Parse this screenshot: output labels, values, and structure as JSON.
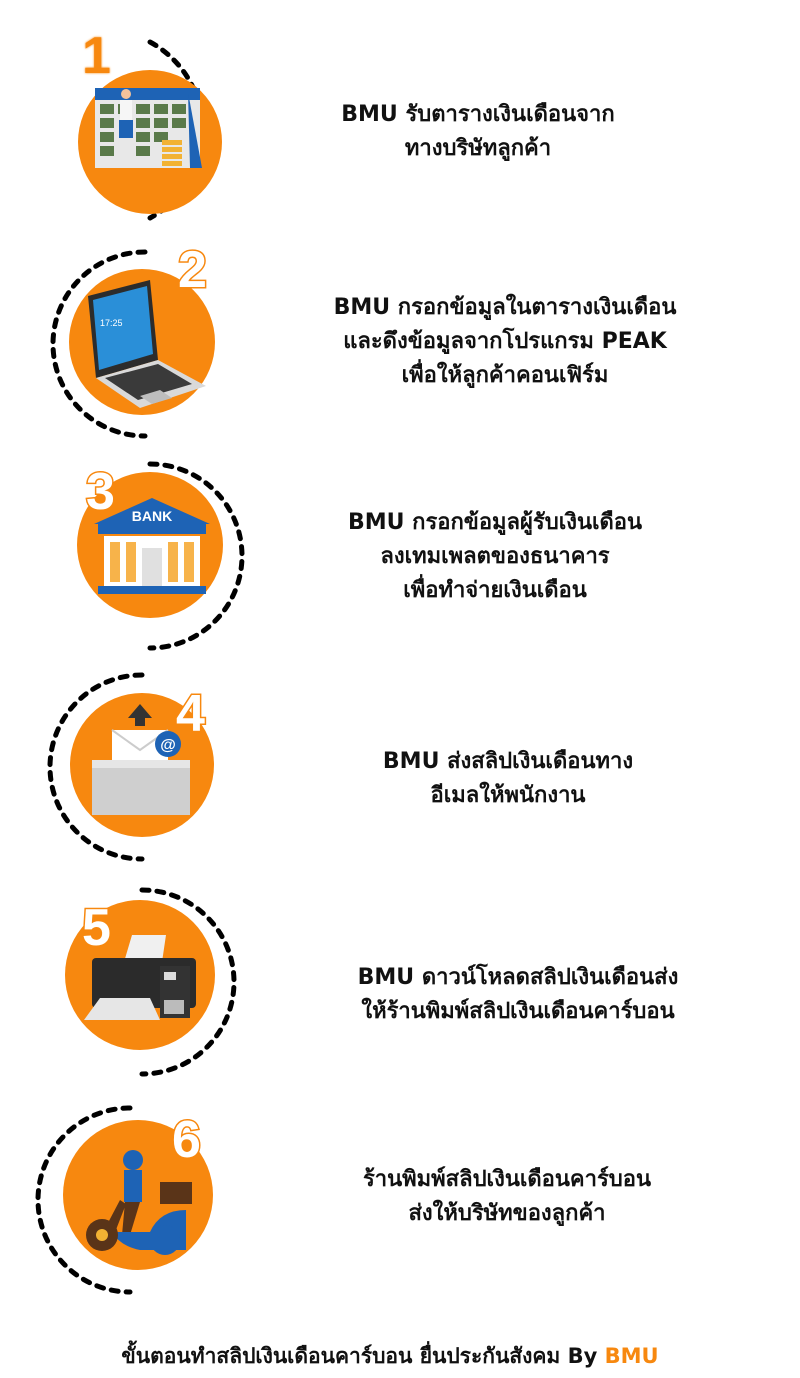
{
  "colors": {
    "accent": "#f7880f",
    "text": "#111111",
    "icon_blue": "#1565c0"
  },
  "steps": [
    {
      "number": "1",
      "icon": "calendar-icon",
      "lines": [
        "BMU รับตารางเงินเดือนจาก",
        "ทางบริษัทลูกค้า"
      ]
    },
    {
      "number": "2",
      "icon": "laptop-icon",
      "lines": [
        "BMU กรอกข้อมูลในตารางเงินเดือน",
        "และดึงข้อมูลจากโปรแกรม PEAK",
        "เพื่อให้ลูกค้าคอนเฟิร์ม"
      ],
      "screen_time": "17:25"
    },
    {
      "number": "3",
      "icon": "bank-icon",
      "lines": [
        "BMU กรอกข้อมูลผู้รับเงินเดือน",
        "ลงเทมเพลตของธนาคาร",
        "เพื่อทำจ่ายเงินเดือน"
      ],
      "bank_label": "BANK"
    },
    {
      "number": "4",
      "icon": "email-inbox-icon",
      "lines": [
        "BMU ส่งสลิปเงินเดือนทาง",
        "อีเมลให้พนักงาน"
      ],
      "at_symbol": "@"
    },
    {
      "number": "5",
      "icon": "printer-icon",
      "lines": [
        "BMU ดาวน์โหลดสลิปเงินเดือนส่ง",
        "ให้ร้านพิมพ์สลิปเงินเดือนคาร์บอน"
      ]
    },
    {
      "number": "6",
      "icon": "delivery-scooter-icon",
      "lines": [
        "ร้านพิมพ์สลิปเงินเดือนคาร์บอน",
        "ส่งให้บริษัทของลูกค้า"
      ]
    }
  ],
  "footer": {
    "text": "ขั้นตอนทำสลิปเงินเดือนคาร์บอน ยื่นประกันสังคม By ",
    "brand": "BMU"
  }
}
